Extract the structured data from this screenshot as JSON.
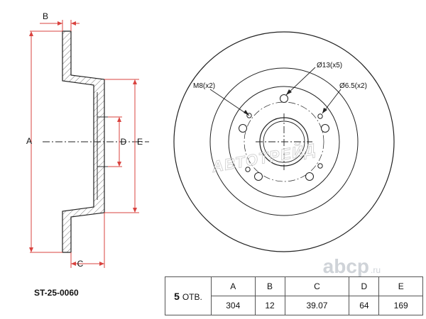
{
  "part_number": "ST-25-0060",
  "holes": {
    "count": "5",
    "label": "ОТВ."
  },
  "spec_table": {
    "headers": [
      "A",
      "B",
      "C",
      "D",
      "E"
    ],
    "values": [
      "304",
      "12",
      "39.07",
      "64",
      "169"
    ]
  },
  "side_view": {
    "labels": {
      "a": "A",
      "b": "B",
      "c": "C",
      "d": "D",
      "e": "E"
    }
  },
  "front_view": {
    "callouts": {
      "m8": "M8(x2)",
      "hole13": "Ø13(x5)",
      "hole65": "Ø6.5(x2)"
    }
  },
  "watermark": "АВТОТРЕЙД",
  "logo": {
    "name": "abcp",
    "domain": ".ru"
  },
  "colors": {
    "dimension_lines": "#d9433f",
    "drawing_lines": "#222222",
    "hatch": "#555555"
  }
}
